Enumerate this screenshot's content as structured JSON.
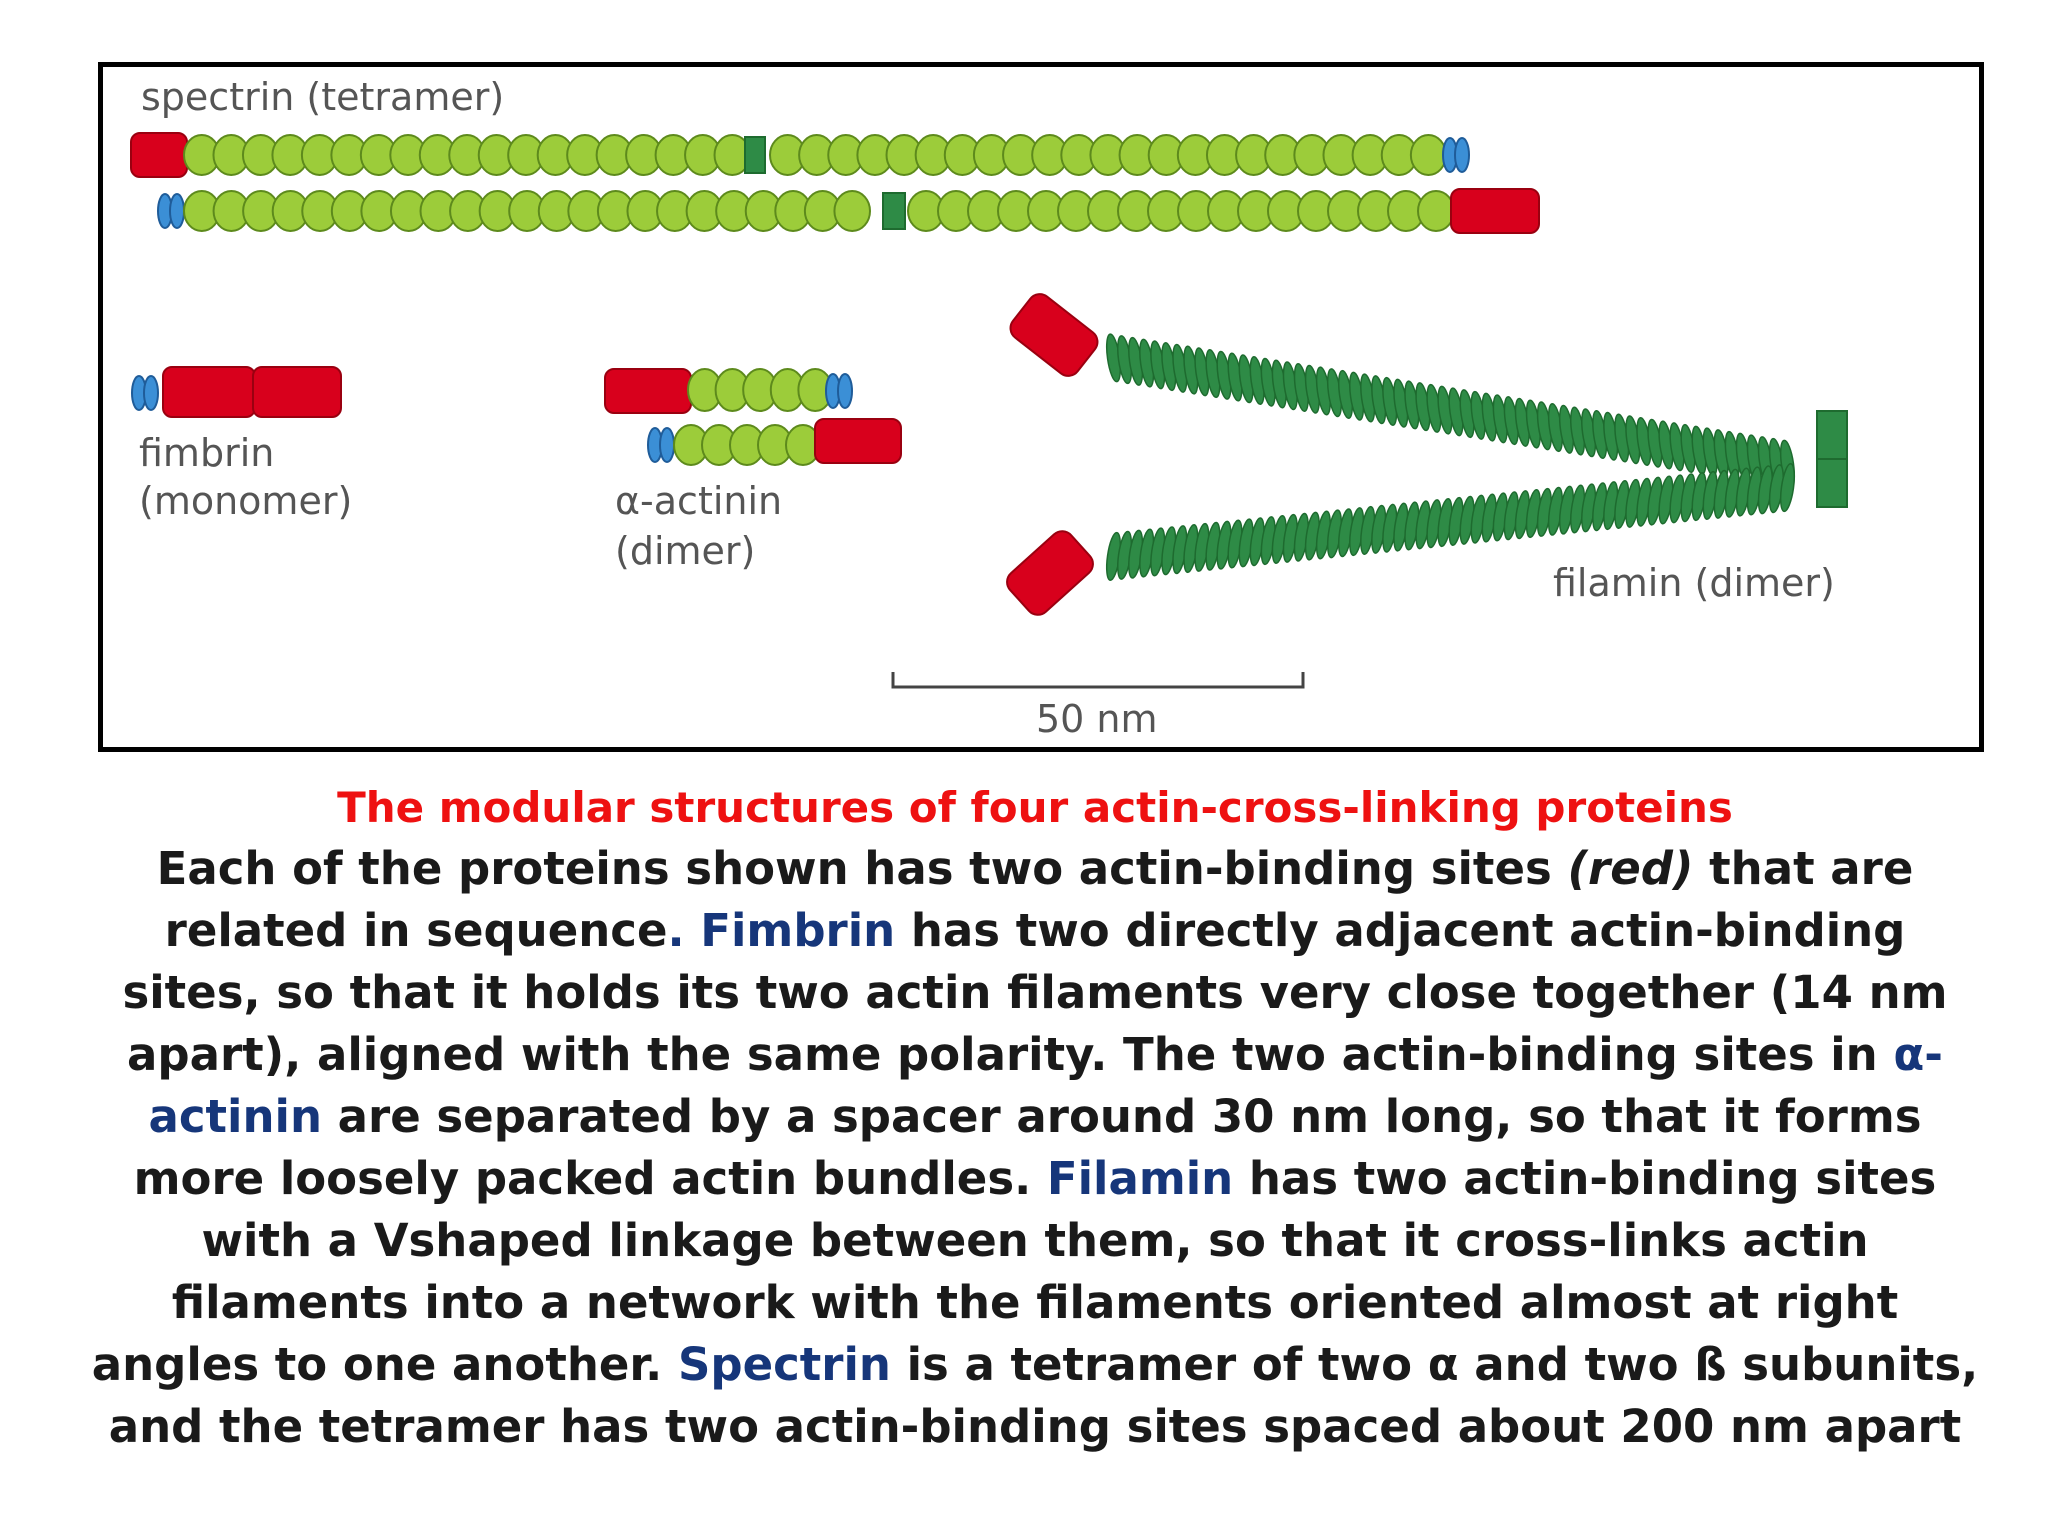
{
  "figure": {
    "labels": {
      "spectrin": "spectrin (tetramer)",
      "fimbrin_name": "fimbrin",
      "fimbrin_form": "(monomer)",
      "actinin_name": "α-actinin",
      "actinin_form": "(dimer)",
      "filamin": "filamin (dimer)",
      "scale": "50 nm"
    },
    "colors": {
      "actin_binding": "#d8001c",
      "spectrin_repeat": "#9ccc3a",
      "filamin_repeat": "#2e8b46",
      "ef_hand": "#3b8fd6"
    }
  },
  "caption": {
    "title": "The modular structures of four actin-cross-linking proteins",
    "s1": "Each of the proteins shown has two actin-binding sites",
    "s1_em": "(red)",
    "s1_end": "that are related in sequence",
    "period": ".",
    "fimbrin": "Fimbrin",
    "s2": "has two directly adjacent actin-binding sites, so that it holds its two actin filaments very close together (14 nm apart), aligned with the same polarity. The two actin-binding sites in",
    "actinin": "α-actinin",
    "s3": "are separated by a spacer around 30 nm long, so that it forms more loosely packed actin bundles.",
    "filamin": "Filamin",
    "s4": "has two actin-binding sites with a Vshaped linkage between them, so that it cross-links actin filaments into a network with the filaments oriented almost at right angles to one another.",
    "spectrin": "Spectrin",
    "s5": "is a tetramer of two α and two ß subunits, and the tetramer has two actin-binding sites spaced about 200 nm apart"
  }
}
